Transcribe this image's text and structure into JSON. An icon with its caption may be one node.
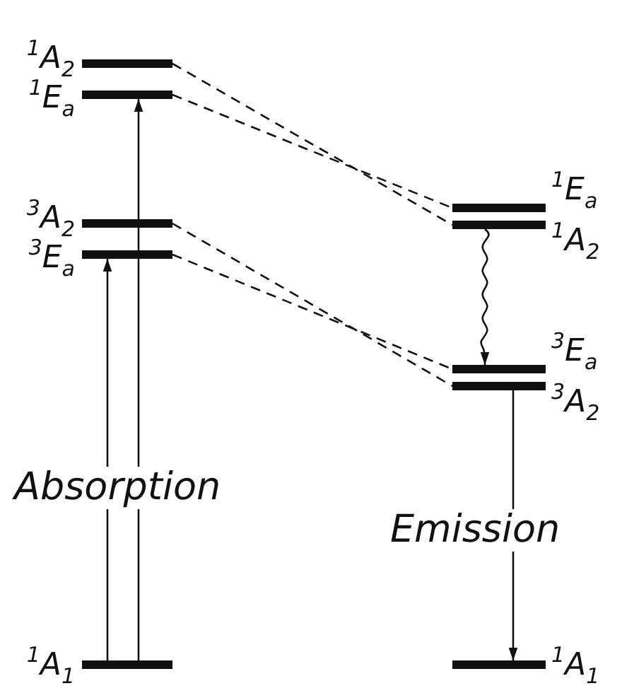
{
  "diagram": {
    "nodes": [
      {
        "text": [
          "$^{1}$A$_{2}$"
        ]
      },
      {
        "text": [
          "$^{1}$E$_{a}$"
        ]
      },
      {
        "text": [
          "$^{3}$A$_{2}$"
        ]
      },
      {
        "text": [
          "$^{3}$E$_{a}$"
        ]
      },
      {
        "text": [
          "$^{1}$A$_{1}$"
        ]
      },
      {
        "text": [
          "$^{1}$E$_{a}$"
        ]
      },
      {
        "text": [
          "$^{1}$A$_{2}$"
        ]
      },
      {
        "text": [
          "$^{3}$E$_{a}$"
        ]
      },
      {
        "text": [
          "$^{3}$A$_{2}$"
        ]
      },
      {
        "text": [
          "$^{1}$A$_{1}$"
        ]
      }
    ],
    "edges": [
      {
        "from": 0,
        "to": 6,
        "arrow": "none",
        "style": "dashed"
      },
      {
        "from": 1,
        "to": 5,
        "arrow": "none",
        "style": "dashed"
      },
      {
        "from": 2,
        "to": 8,
        "arrow": "none",
        "style": "dashed"
      },
      {
        "from": 3,
        "to": 7,
        "arrow": "none",
        "style": "dashed"
      },
      {
        "from": 4,
        "to": 3,
        "arrow": "to"
      },
      {
        "from": 4,
        "to": 1,
        "arrow": "to"
      },
      {
        "from": 6,
        "to": 7,
        "arrow": "to"
      },
      {
        "from": 8,
        "to": 9,
        "arrow": "to"
      }
    ],
    "labels": [
      "Absorption",
      "Emission"
    ]
  }
}
